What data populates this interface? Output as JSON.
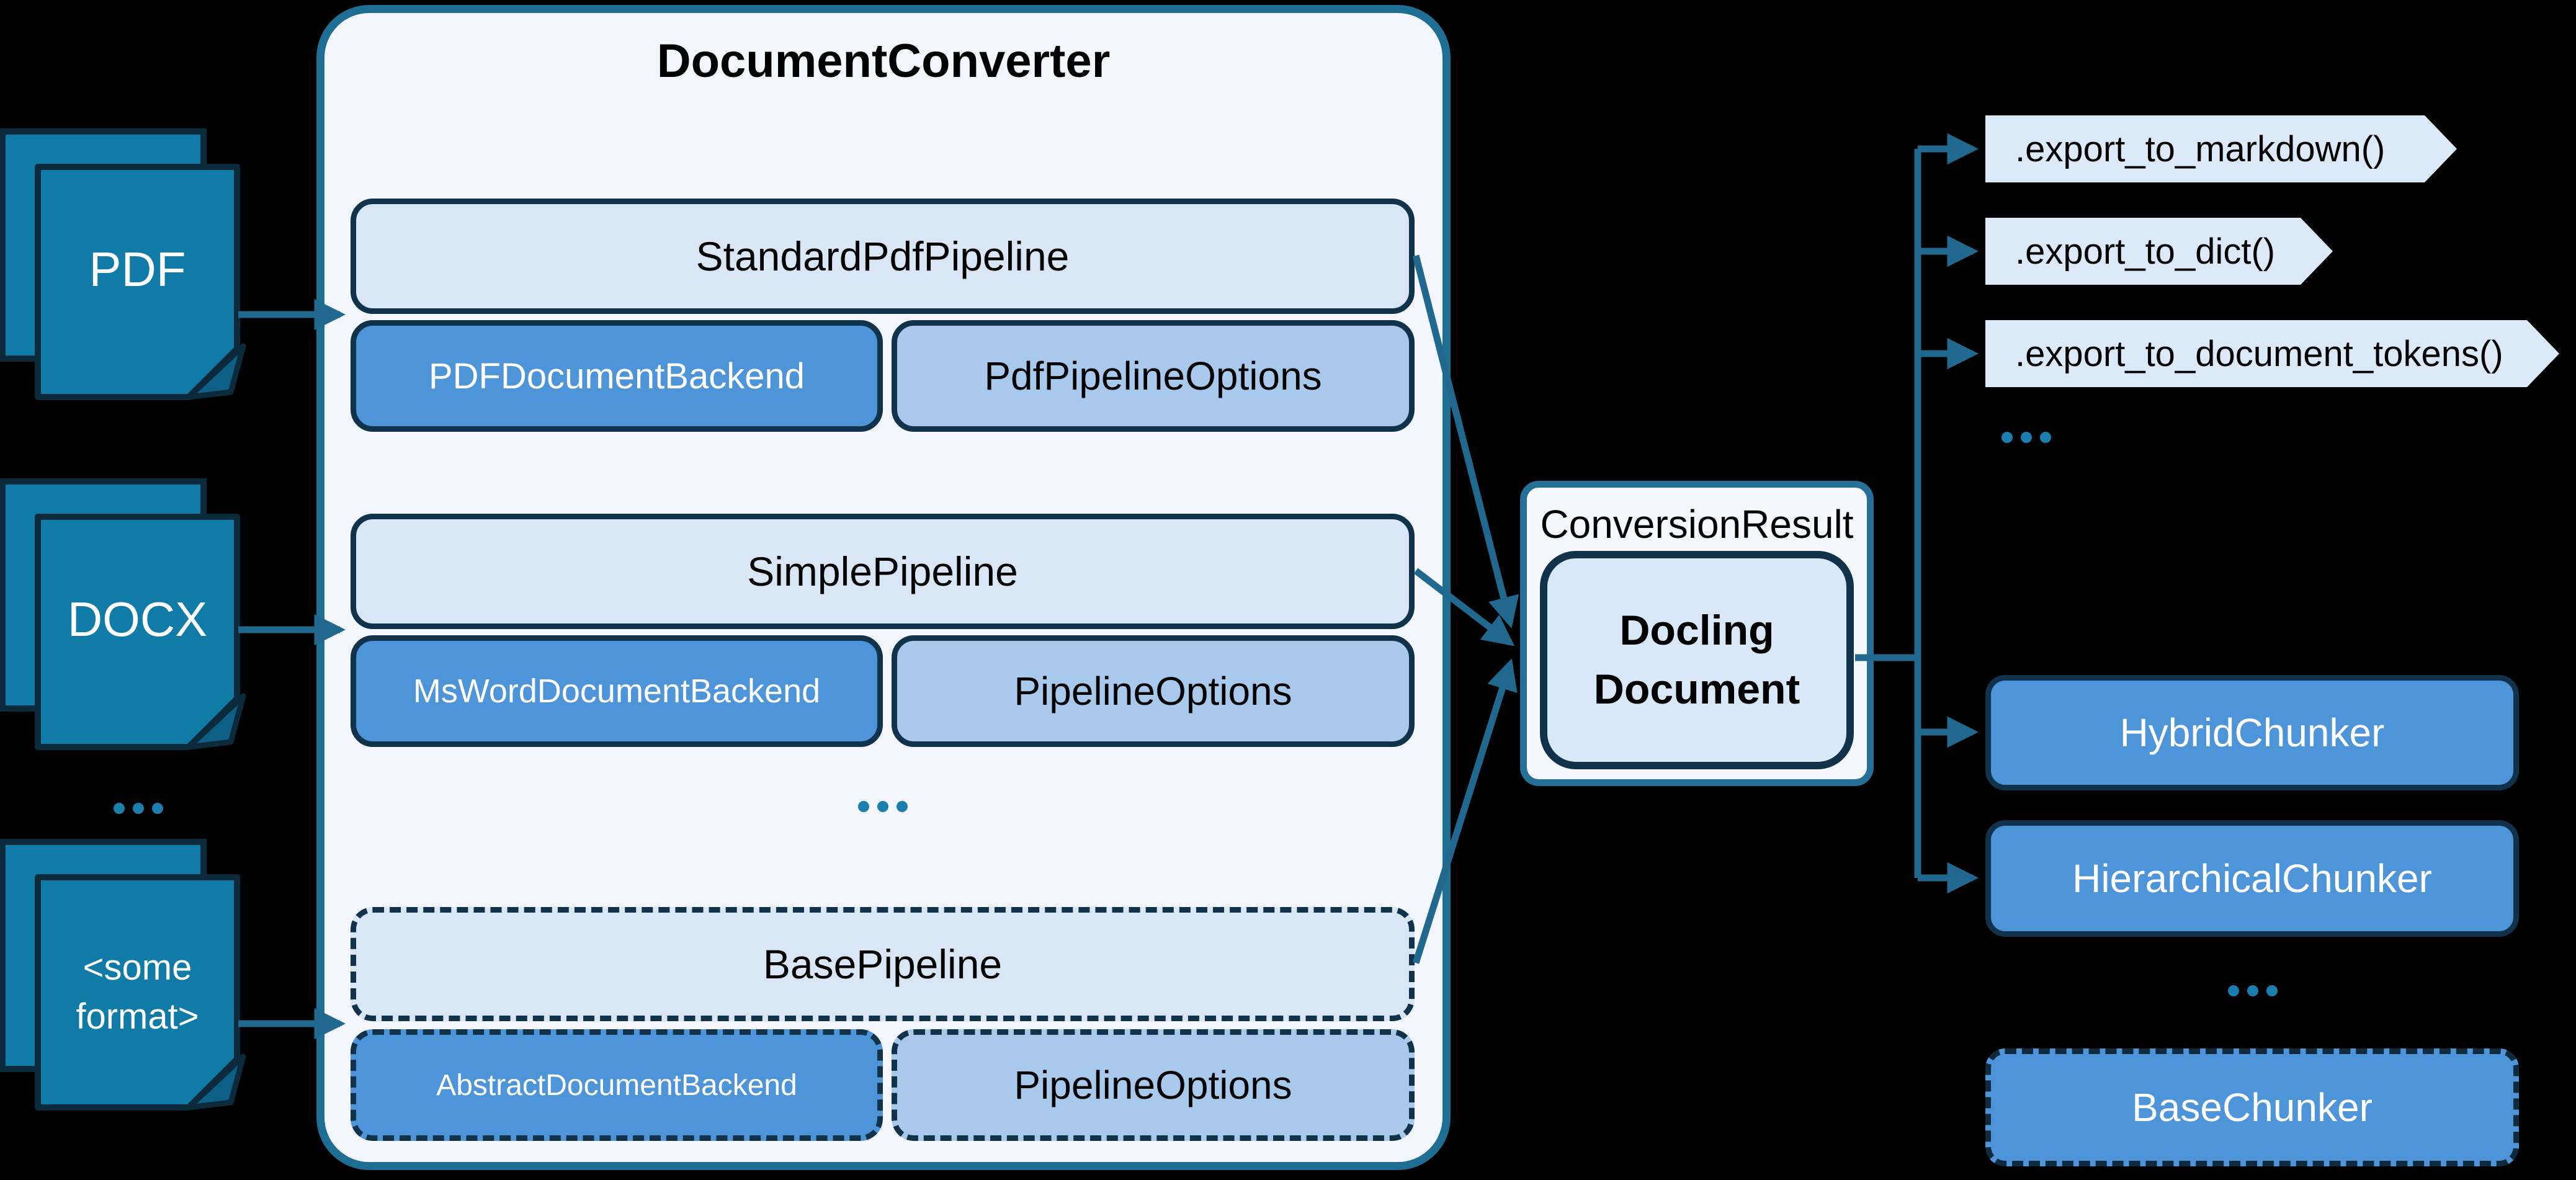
{
  "inputs": {
    "items": [
      {
        "label": "PDF"
      },
      {
        "label": "DOCX"
      },
      {
        "label": "<some format>"
      }
    ],
    "ellipsis": "..."
  },
  "converter": {
    "title": "DocumentConverter",
    "ellipsis": "...",
    "groups": [
      {
        "pipeline": "StandardPdfPipeline",
        "backend": "PDFDocumentBackend",
        "options": "PdfPipelineOptions"
      },
      {
        "pipeline": "SimplePipeline",
        "backend": "MsWordDocumentBackend",
        "options": "PipelineOptions"
      },
      {
        "pipeline": "BasePipeline",
        "backend": "AbstractDocumentBackend",
        "options": "PipelineOptions"
      }
    ]
  },
  "result": {
    "label": "ConversionResult",
    "document": "Docling Document"
  },
  "exports": {
    "items": [
      {
        "label": ".export_to_markdown()"
      },
      {
        "label": ".export_to_dict()"
      },
      {
        "label": ".export_to_document_tokens()"
      }
    ],
    "ellipsis": "..."
  },
  "chunkers": {
    "items": [
      {
        "label": "HybridChunker"
      },
      {
        "label": "HierarchicalChunker"
      }
    ],
    "ellipsis": "...",
    "base": {
      "label": "BaseChunker"
    }
  },
  "colors": {
    "background": "#000000",
    "document_fill": "#0F7BA6",
    "dark_border": "#0B2B3C",
    "converter_fill": "#F3F7FD",
    "converter_border": "#1E6E94",
    "pipeline_fill": "#D8E6F5",
    "backend_fill": "#4E94D8",
    "options_fill": "#A9C9EC",
    "result_border": "#266F96",
    "docling_fill": "#D8E8F8",
    "tag_fill": "#DBE9F8",
    "connector": "#20688E",
    "dots": "#1B7EAD"
  }
}
